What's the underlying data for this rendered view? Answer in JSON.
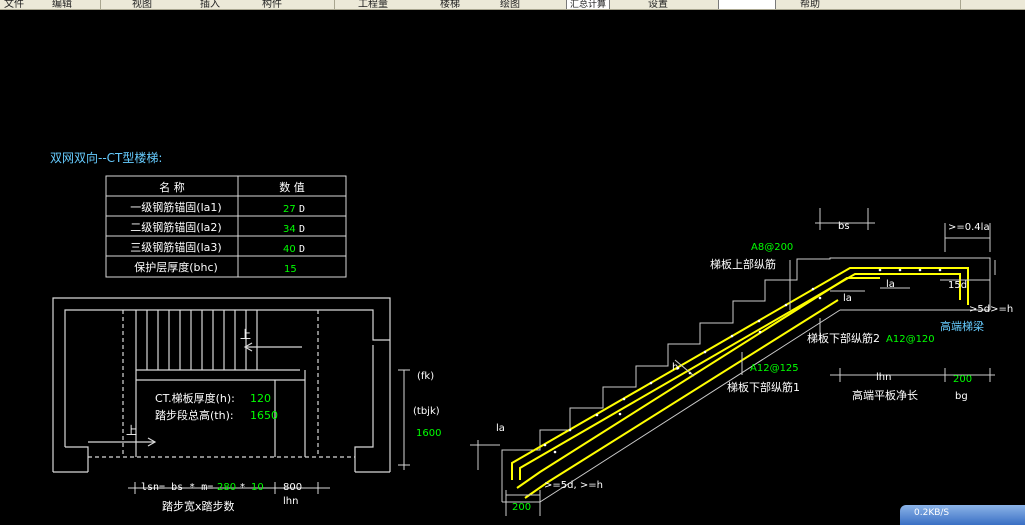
{
  "toolbar": {
    "items": [
      "文件",
      "编辑",
      "视图",
      "插入",
      "构件",
      "工程量",
      "楼梯",
      "绘图",
      "汇总计算",
      "设置",
      "帮助"
    ]
  },
  "title": "双网双向--CT型楼梯:",
  "params_table": {
    "headers": [
      "名 称",
      "数 值"
    ],
    "rows": [
      {
        "name": "一级钢筋锚固(la1)",
        "value": "27",
        "unit": "D"
      },
      {
        "name": "二级钢筋锚固(la2)",
        "value": "34",
        "unit": "D"
      },
      {
        "name": "三级钢筋锚固(la3)",
        "value": "40",
        "unit": "D"
      },
      {
        "name": "保护层厚度(bhc)",
        "value": "15",
        "unit": ""
      }
    ]
  },
  "plan": {
    "up_label_top": "上",
    "up_label_bottom": "上",
    "thickness_label": "CT.梯板厚度(h):",
    "thickness_value": "120",
    "height_label": "踏步段总高(th):",
    "height_value": "1650",
    "fk_label": "(fk)",
    "tbjk_label": "(tbjk)",
    "tbjk_value": "1600",
    "lsn_label": "lsn= bs * m=",
    "bs_value": "280",
    "times": "*",
    "m_value": "10",
    "lhn_value": "800",
    "lhn_label": "lhn",
    "step_caption": "踏步宽x踏步数"
  },
  "section": {
    "bs_label": "bs",
    "top_dim_label": ">=0.4la",
    "a8_label": "A8@200",
    "top_bar_label": "梯板上部纵筋",
    "la_label_1": "la",
    "la_label_2": "la",
    "la_label_bottom": "la",
    "d15_label": "15d",
    "gt5d_label_right": ">5d>=h",
    "beam_label": "高端梯梁",
    "bottom_bar2_label": "梯板下部纵筋2",
    "a12_120_label": "A12@120",
    "h_label": "h",
    "a12_125_label": "A12@125",
    "bottom_bar1_label": "梯板下部纵筋1",
    "lhn_label": "lhn",
    "landing_label": "高端平板净长",
    "bg_value": "200",
    "bg_label": "bg",
    "gt5d_label_bottom": ">=5d, >=h",
    "base_width": "200"
  },
  "status": {
    "speed": "0.2KB/S"
  },
  "colors": {
    "background": "#000000",
    "lines": "#ffffff",
    "value_green": "#00ff00",
    "title_cyan": "#66ccff",
    "rebar_yellow": "#ffff00"
  }
}
